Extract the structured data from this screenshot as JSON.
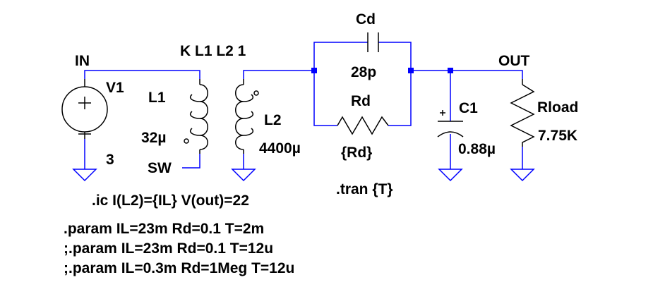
{
  "nets": {
    "input": "IN",
    "output": "OUT"
  },
  "components": {
    "v1": {
      "name": "V1",
      "value": "3"
    },
    "l1": {
      "name": "L1",
      "value": "32µ",
      "net_label": "SW"
    },
    "l2": {
      "name": "L2",
      "value": "4400µ"
    },
    "coupling": "K L1 L2 1",
    "cd": {
      "name": "Cd",
      "value": "28p"
    },
    "rd": {
      "name": "Rd",
      "value": "{Rd}"
    },
    "c1": {
      "name": "C1",
      "value": "0.88µ"
    },
    "rload": {
      "name": "Rload",
      "value": "7.75K"
    }
  },
  "directives": {
    "tran": ".tran {T}",
    "ic": ".ic I(L2)={IL} V(out)=22",
    "params": [
      ".param IL=23m Rd=0.1 T=2m",
      ";.param IL=23m Rd=0.1 T=12u",
      ";.param IL=0.3m Rd=1Meg T=12u"
    ]
  },
  "colors": {
    "wire": "#0000ff",
    "component": "#000000",
    "node": "#0000ff",
    "background": "#ffffff"
  }
}
